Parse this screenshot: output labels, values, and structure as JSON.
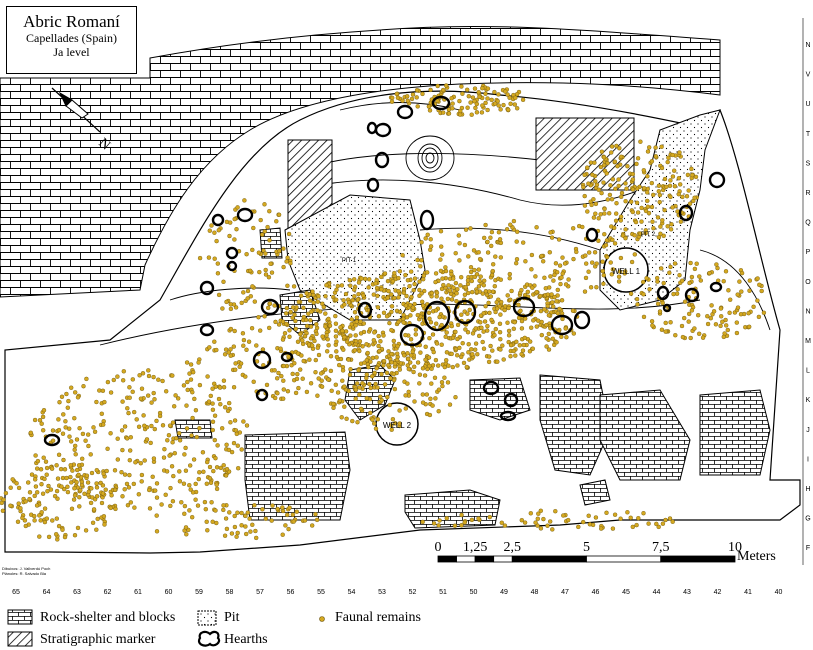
{
  "title": {
    "site": "Abric Romaní",
    "place": "Capellades (Spain)",
    "level": "Ja level"
  },
  "north_label": "N",
  "credit": [
    "Dibuixos: J. Vallverdú Poch",
    "Plànoles: R. Salvado Bla"
  ],
  "features": {
    "well_1": "WELL 1",
    "well_2": "WELL 2",
    "pit_1": "PIT 1",
    "pit_2": "PIT 2"
  },
  "scale": {
    "ticks": [
      "0",
      "1,25",
      "2,5",
      "5",
      "7,5",
      "10"
    ],
    "unit": "Meters"
  },
  "grid": {
    "x_labels": [
      "65",
      "64",
      "63",
      "62",
      "61",
      "60",
      "59",
      "58",
      "57",
      "56",
      "55",
      "54",
      "53",
      "52",
      "51",
      "50",
      "49",
      "48",
      "47",
      "46",
      "45",
      "44",
      "43",
      "42",
      "41",
      "40"
    ],
    "y_labels": [
      "N",
      "V",
      "U",
      "T",
      "S",
      "R",
      "Q",
      "P",
      "O",
      "N",
      "M",
      "L",
      "K",
      "J",
      "I",
      "H",
      "G",
      "F"
    ]
  },
  "legend": {
    "rockshelter": "Rock-shelter and blocks",
    "pit": "Pit",
    "faunal": "Faunal remains",
    "stratigraphic": "Stratigraphic marker",
    "hearths": "Hearths"
  },
  "colors": {
    "faunal": "#d4a820",
    "line": "#000000"
  }
}
